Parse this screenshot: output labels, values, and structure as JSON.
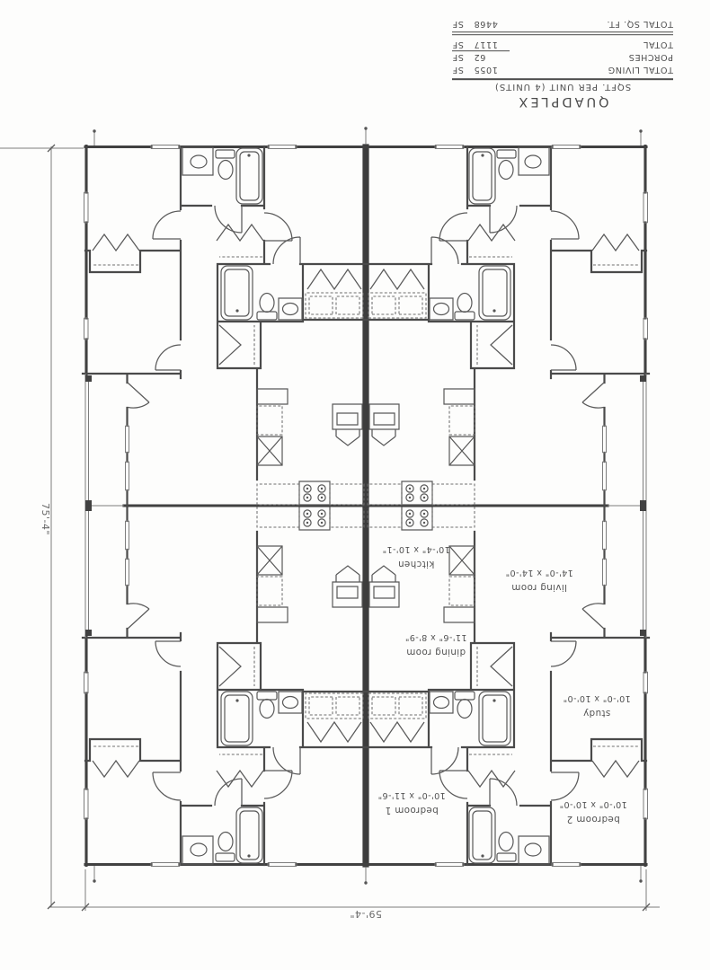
{
  "title_block": {
    "title": "QUADPLEX",
    "subtitle": "SQFT. PER UNIT (4 UNITS)",
    "rows": [
      {
        "label": "TOTAL LIVING",
        "value": "1055",
        "unit": "SF"
      },
      {
        "label": "PORCHES",
        "value": "62",
        "unit": "SF"
      },
      {
        "label": "TOTAL",
        "value": "1117",
        "unit": "SF"
      }
    ],
    "grand_total": {
      "label": "TOTAL SQ. FT.",
      "value": "4468",
      "unit": "SF"
    }
  },
  "rooms": [
    {
      "name": "kitchen",
      "size": "10'-4\" x 10'-1\""
    },
    {
      "name": "living room",
      "size": "14'-0\" x 14'-0\""
    },
    {
      "name": "dining room",
      "size": "11'-6\" x 8'-9\""
    },
    {
      "name": "study",
      "size": "10'-0\" x 10'-0\""
    },
    {
      "name": "bedroom 1",
      "size": "10'-0\" x 11'-6\""
    },
    {
      "name": "bedroom 2",
      "size": "10'-0\" x 10'-0\""
    }
  ],
  "dimensions": {
    "overall_height": "75'-4\"",
    "overall_width": "59'-4\""
  },
  "colors": {
    "line": "#414141",
    "text": "#525252",
    "paper": "#fdfdfc"
  }
}
